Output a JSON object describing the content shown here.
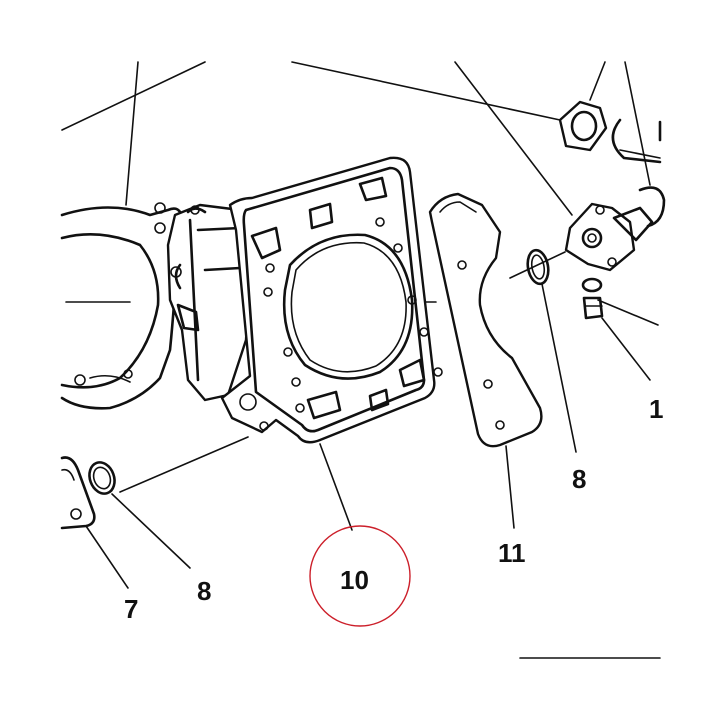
{
  "callouts": {
    "c7": "7",
    "c8_left": "8",
    "c8_right": "8",
    "c10": "10",
    "c11": "11",
    "c1_partial": "1"
  },
  "highlight": {
    "target": "10",
    "color": "#cc1f2a"
  }
}
